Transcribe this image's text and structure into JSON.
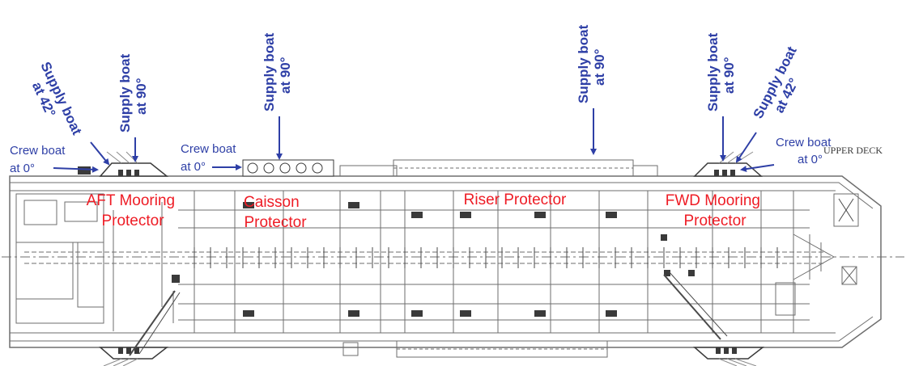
{
  "colors": {
    "blue": "#2e3fa6",
    "red": "#ee1c25",
    "drawing": "#6e6e6e",
    "dark": "#3a3a3a"
  },
  "labels": {
    "upper_deck": "UPPER DECK",
    "aft_supply_42": [
      "Supply boat",
      "at 42°"
    ],
    "aft_supply_90": [
      "Supply boat",
      "at 90°"
    ],
    "aft_crew_0": [
      "Crew boat",
      "at 0°"
    ],
    "mid_supply_90": [
      "Supply boat",
      "at 90°"
    ],
    "mid_crew_0": [
      "Crew boat",
      "at 0°"
    ],
    "riser_supply_90": [
      "Supply boat",
      "at 90°"
    ],
    "fwd_supply_90": [
      "Supply boat",
      "at 90°"
    ],
    "fwd_supply_42": [
      "Supply boat",
      "at 42°"
    ],
    "fwd_crew_0": [
      "Crew boat",
      "at 0°"
    ]
  },
  "zones": {
    "aft": [
      "AFT Mooring",
      "Protector"
    ],
    "caisson": [
      "Caisson",
      "Protector"
    ],
    "riser": "Riser Protector",
    "fwd": [
      "FWD Mooring",
      "Protector"
    ]
  }
}
